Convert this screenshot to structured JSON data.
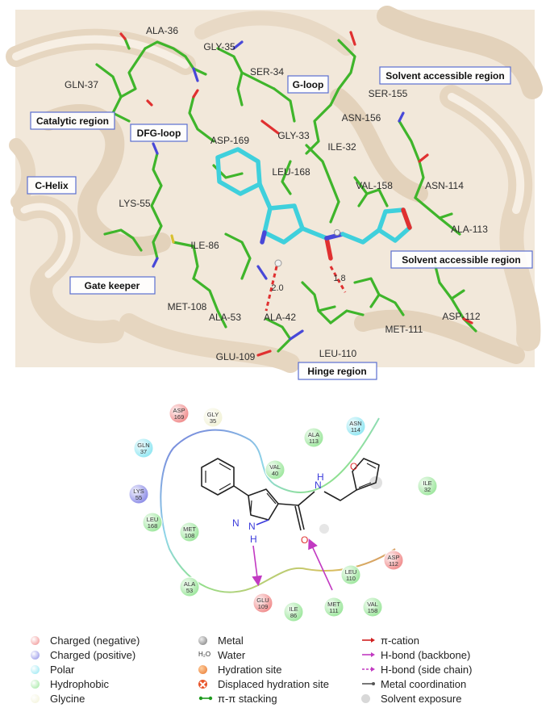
{
  "top_panel": {
    "residue_labels": [
      {
        "text": "ALA-36"
      },
      {
        "text": "GLY-35"
      },
      {
        "text": "SER-34"
      },
      {
        "text": "GLN-37"
      },
      {
        "text": "SER-155"
      },
      {
        "text": "ASN-156"
      },
      {
        "text": "GLY-33"
      },
      {
        "text": "ASP-169"
      },
      {
        "text": "ILE-32"
      },
      {
        "text": "LEU-168"
      },
      {
        "text": "VAL-158"
      },
      {
        "text": "ASN-114"
      },
      {
        "text": "LYS-55"
      },
      {
        "text": "ALA-113"
      },
      {
        "text": "ILE-86"
      },
      {
        "text": "MET-108"
      },
      {
        "text": "ALA-53"
      },
      {
        "text": "ALA-42"
      },
      {
        "text": "ASP-112"
      },
      {
        "text": "MET-111"
      },
      {
        "text": "LEU-110"
      },
      {
        "text": "GLU-109"
      }
    ],
    "region_labels": [
      {
        "text": "G-loop"
      },
      {
        "text": "Solvent accessible region"
      },
      {
        "text": "Catalytic region"
      },
      {
        "text": "DFG-loop"
      },
      {
        "text": "C-Helix"
      },
      {
        "text": "Solvent  accessible region"
      },
      {
        "text": "Gate keeper"
      },
      {
        "text": "Hinge region"
      }
    ],
    "distances": [
      "2.0",
      "1.8"
    ]
  },
  "bottom_panel": {
    "residues": [
      {
        "name": "ASP",
        "num": "169",
        "type": "negative"
      },
      {
        "name": "GLY",
        "num": "35",
        "type": "glycine"
      },
      {
        "name": "GLN",
        "num": "37",
        "type": "polar"
      },
      {
        "name": "ALA",
        "num": "113",
        "type": "hydrophobic"
      },
      {
        "name": "ASN",
        "num": "114",
        "type": "polar"
      },
      {
        "name": "VAL",
        "num": "40",
        "type": "hydrophobic"
      },
      {
        "name": "LYS",
        "num": "55",
        "type": "positive"
      },
      {
        "name": "ILE",
        "num": "32",
        "type": "hydrophobic"
      },
      {
        "name": "LEU",
        "num": "168",
        "type": "hydrophobic"
      },
      {
        "name": "MET",
        "num": "108",
        "type": "hydrophobic"
      },
      {
        "name": "LEU",
        "num": "110",
        "type": "hydrophobic"
      },
      {
        "name": "ASP",
        "num": "112",
        "type": "negative"
      },
      {
        "name": "ALA",
        "num": "53",
        "type": "hydrophobic"
      },
      {
        "name": "GLU",
        "num": "109",
        "type": "negative"
      },
      {
        "name": "ILE",
        "num": "86",
        "type": "hydrophobic"
      },
      {
        "name": "MET",
        "num": "111",
        "type": "hydrophobic"
      },
      {
        "name": "VAL",
        "num": "158",
        "type": "hydrophobic"
      }
    ],
    "atoms": {
      "o_furan": "O",
      "n_amide": "N",
      "h_amide": "H",
      "n_pyrazole": "N",
      "nh_n": "N",
      "nh_h": "H",
      "o_carbonyl": "O"
    }
  },
  "legend": {
    "col1": [
      {
        "label": "Charged (negative)",
        "color": "#f08a8a"
      },
      {
        "label": "Charged (positive)",
        "color": "#8a8ae6"
      },
      {
        "label": "Polar",
        "color": "#8fe6f2"
      },
      {
        "label": "Hydrophobic",
        "color": "#9be69b"
      },
      {
        "label": "Glycine",
        "color": "#f2f2d6"
      }
    ],
    "col2": [
      {
        "label": "Metal",
        "icon": "metal-icon"
      },
      {
        "label": "Water",
        "icon": "water-icon",
        "symbol": "H₂O"
      },
      {
        "label": "Hydration site",
        "icon": "hydration-site-icon"
      },
      {
        "label": "Displaced hydration site",
        "icon": "displaced-hydration-icon"
      },
      {
        "label": "π-π stacking",
        "icon": "pi-stacking-icon"
      }
    ],
    "col3": [
      {
        "label": "π-cation",
        "icon": "pi-cation-icon"
      },
      {
        "label": "H-bond (backbone)",
        "icon": "hbond-backbone-icon"
      },
      {
        "label": "H-bond (side chain)",
        "icon": "hbond-sidechain-icon"
      },
      {
        "label": "Metal coordination",
        "icon": "metal-coordination-icon"
      },
      {
        "label": "Solvent exposure",
        "icon": "solvent-exposure-icon"
      }
    ]
  },
  "colors": {
    "negative": "#f08a8a",
    "positive": "#8a8ae6",
    "polar": "#8fe6f2",
    "hydrophobic": "#9be69b",
    "glycine": "#f2f2d6",
    "protein_bg": "#efe4d4",
    "carbon_green": "#3fb52b",
    "ligand_cyan": "#3fd0dc",
    "hbond_magenta": "#c23ac2",
    "distance_red": "#e03030"
  }
}
